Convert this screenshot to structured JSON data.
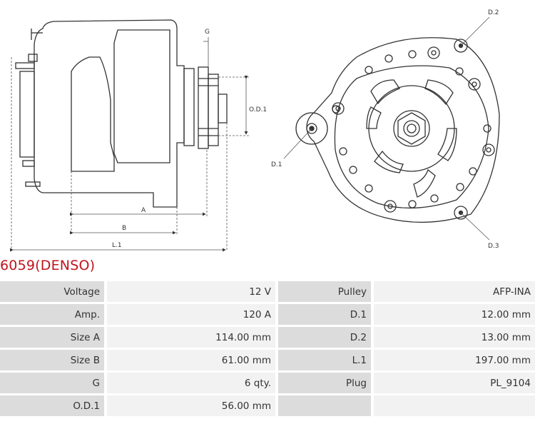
{
  "title": "6059(DENSO)",
  "drawing": {
    "labels": {
      "g": "G",
      "od1": "O.D.1",
      "a": "A",
      "b": "B",
      "l1": "L.1",
      "d1": "D.1",
      "d2": "D.2",
      "d3": "D.3"
    }
  },
  "specs": {
    "rows": [
      {
        "left_label": "Voltage",
        "left_value": "12 V",
        "right_label": "Pulley",
        "right_value": "AFP-INA"
      },
      {
        "left_label": "Amp.",
        "left_value": "120 A",
        "right_label": "D.1",
        "right_value": "12.00 mm"
      },
      {
        "left_label": "Size A",
        "left_value": "114.00 mm",
        "right_label": "D.2",
        "right_value": "13.00 mm"
      },
      {
        "left_label": "Size B",
        "left_value": "61.00 mm",
        "right_label": "L.1",
        "right_value": "197.00 mm"
      },
      {
        "left_label": "G",
        "left_value": "6 qty.",
        "right_label": "Plug",
        "right_value": "PL_9104"
      },
      {
        "left_label": "O.D.1",
        "left_value": "56.00 mm",
        "right_label": "",
        "right_value": ""
      }
    ]
  }
}
